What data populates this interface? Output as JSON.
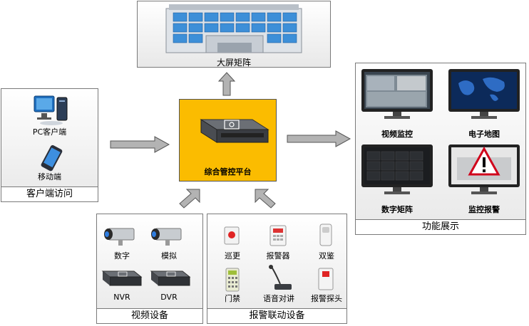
{
  "display_wall": {
    "label": "大屏矩阵"
  },
  "client_access": {
    "title": "客户端访问",
    "pc_label": "PC客户端",
    "mobile_label": "移动端"
  },
  "platform": {
    "label": "综合管控平台"
  },
  "functions": {
    "title": "功能展示",
    "items": [
      "视频监控",
      "电子地图",
      "数字矩阵",
      "监控报警"
    ]
  },
  "video_devices": {
    "title": "视频设备",
    "items": [
      "数字",
      "模拟",
      "NVR",
      "DVR"
    ]
  },
  "alarm_devices": {
    "title": "报警联动设备",
    "items": [
      "巡更",
      "报警器",
      "双鉴",
      "门禁",
      "语音对讲",
      "报警探头"
    ]
  },
  "colors": {
    "platform_bg": "#fbbc00",
    "arrow": "#b3b3b3",
    "border": "#7a7a7a"
  }
}
